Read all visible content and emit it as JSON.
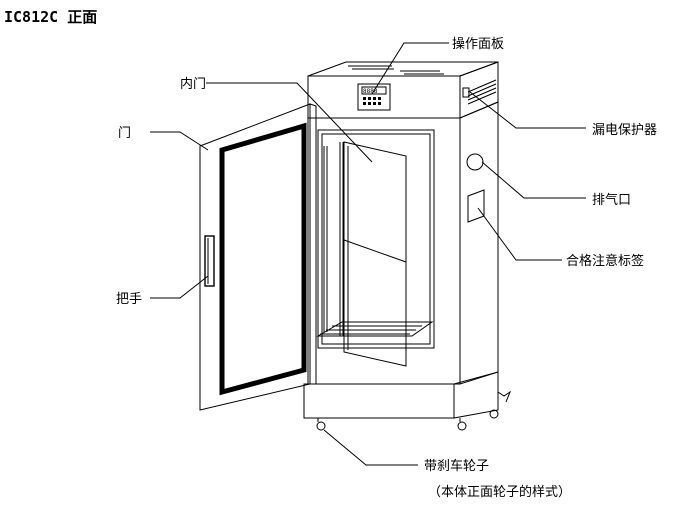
{
  "title": "IC812C 正面",
  "labels": {
    "control_panel": "操作面板",
    "inner_door": "内门",
    "door": "门",
    "leakage_protector": "漏电保护器",
    "exhaust_port": "排气口",
    "cert_label": "合格注意标签",
    "handle": "把手",
    "brake_casters": "带刹车轮子",
    "caster_note": "（本体正面轮子的样式）"
  },
  "panel_display": "8888"
}
